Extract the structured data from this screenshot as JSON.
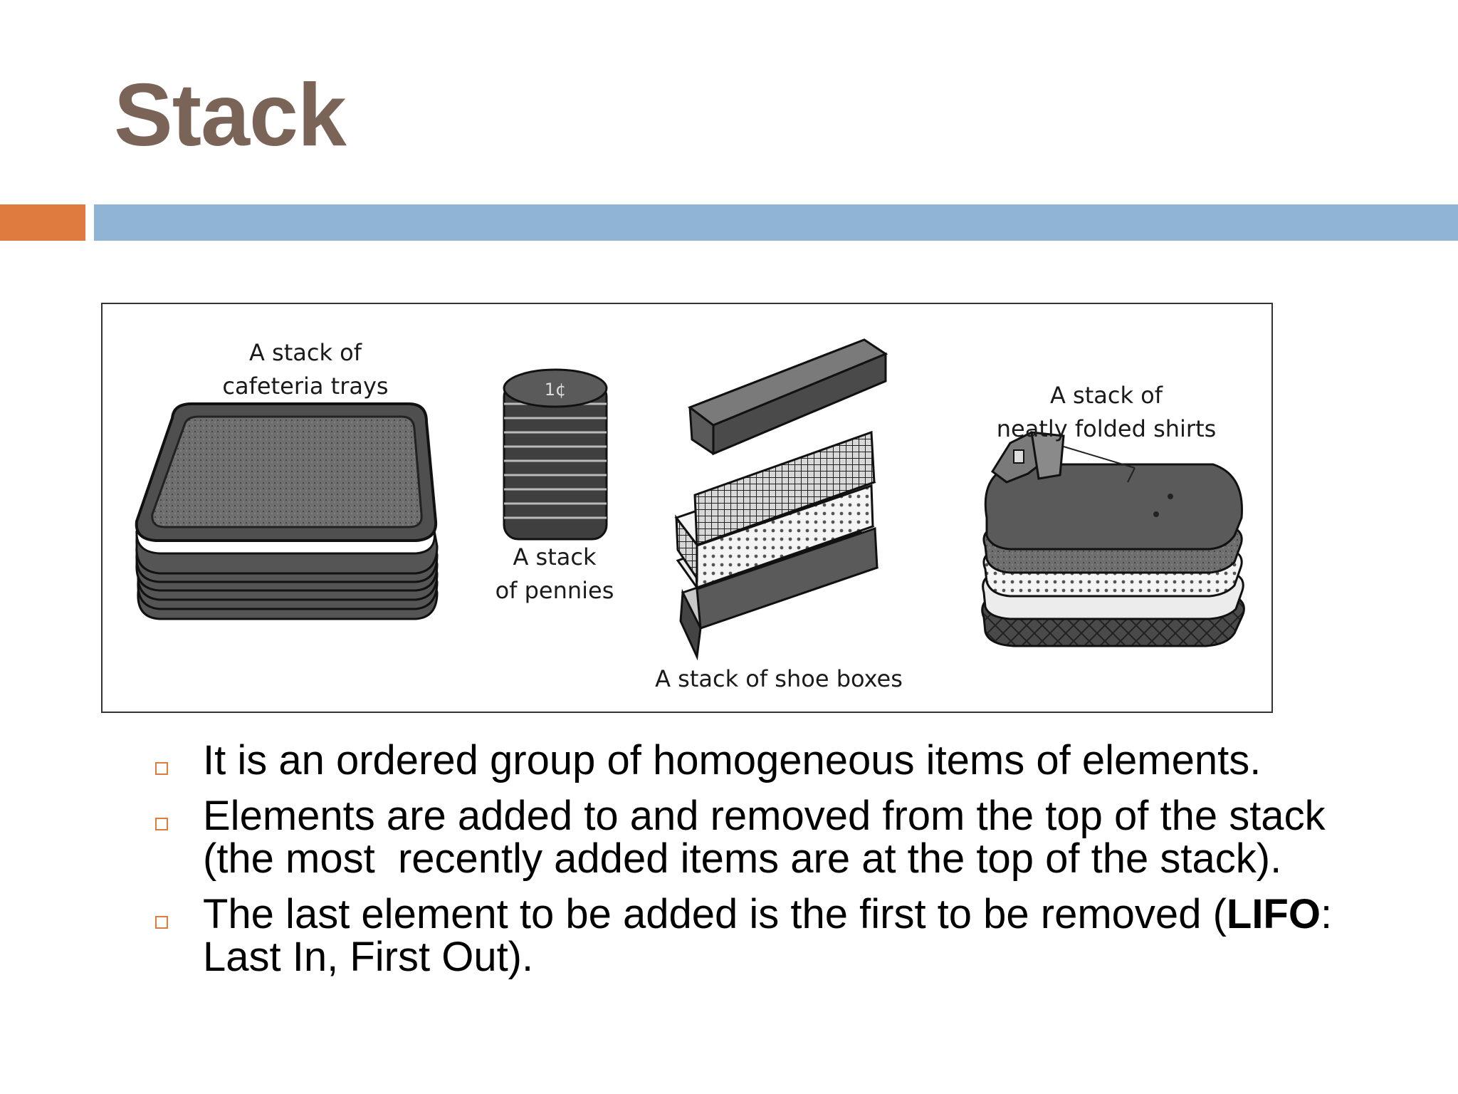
{
  "title": "Stack",
  "figure": {
    "labels": {
      "trays": [
        "A stack of",
        "cafeteria trays"
      ],
      "pennies": [
        "A stack",
        "of pennies"
      ],
      "shoe_boxes": [
        "A stack of shoe boxes"
      ],
      "shirts": [
        "A stack of",
        "neatly folded shirts"
      ]
    },
    "penny_mark": "1¢"
  },
  "bullets": [
    {
      "text": "It is an ordered group of homogeneous items of elements."
    },
    {
      "text": "Elements are added to and removed from the top of the stack (the most  recently added items are at the top of the stack)."
    },
    {
      "pre": "The last element to be added is the first to be removed (",
      "bold": "LIFO",
      "post": ": Last In, First Out)."
    }
  ],
  "colors": {
    "title": "#7a6458",
    "accent_orange": "#e07b3f",
    "accent_blue": "#8fb4d4",
    "bullet_marker": "#e07b3f"
  }
}
